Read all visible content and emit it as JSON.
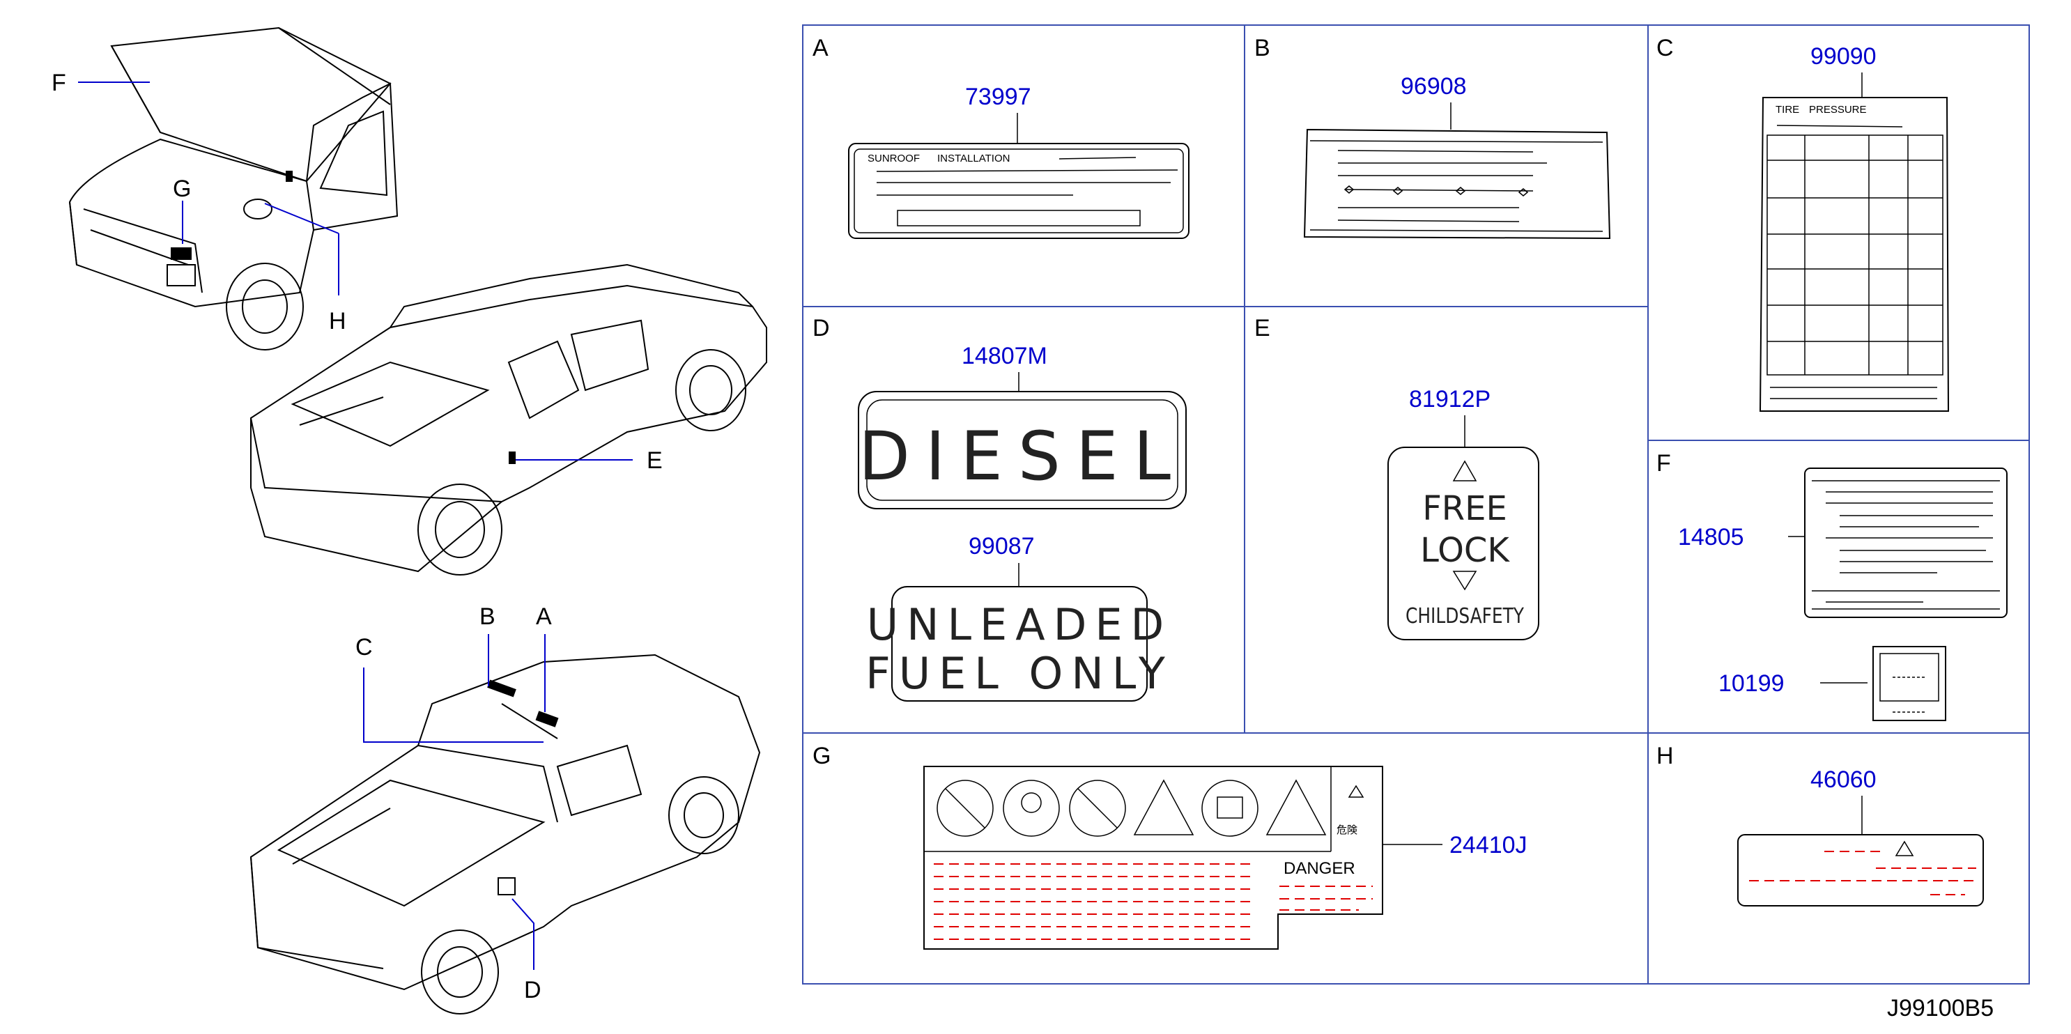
{
  "diagram_code": "J99100B5",
  "colors": {
    "part_number": "#0000cc",
    "grid": "#3a4fb0",
    "warning_text": "#e00000"
  },
  "vehicle_callouts": [
    "F",
    "G",
    "H",
    "E",
    "C",
    "B",
    "A",
    "D"
  ],
  "panels": {
    "A": {
      "letter": "A",
      "part": "73997",
      "label_text": [
        "SUNROOF",
        "INSTALLATION"
      ]
    },
    "B": {
      "letter": "B",
      "part": "96908"
    },
    "C": {
      "letter": "C",
      "part": "99090",
      "label_text": [
        "TIRE",
        "PRESSURE"
      ]
    },
    "D": {
      "letter": "D",
      "part": "14807M",
      "part2": "99087",
      "label_top": "DIESEL",
      "label_bottom_1": "UNLEADED",
      "label_bottom_2": "FUEL ONLY"
    },
    "E": {
      "letter": "E",
      "part": "81912P",
      "line1": "FREE",
      "line2": "LOCK",
      "line3": "CHILDSAFETY"
    },
    "F": {
      "letter": "F",
      "part": "14805",
      "part2": "10199"
    },
    "G": {
      "letter": "G",
      "part": "24410J",
      "jp_text": "危険",
      "danger": "DANGER"
    },
    "H": {
      "letter": "H",
      "part": "46060"
    }
  }
}
